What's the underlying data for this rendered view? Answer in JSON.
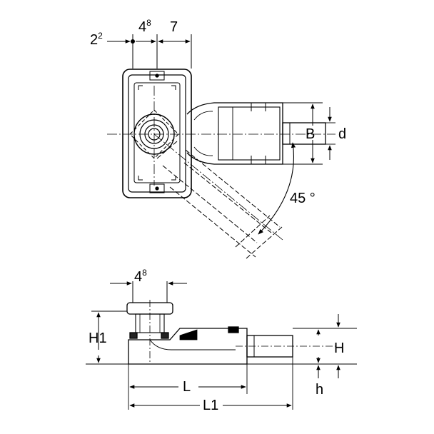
{
  "top_view": {
    "dim_left": {
      "base": "2",
      "sup": "2"
    },
    "dim_middle": {
      "base": "4",
      "sup": "8"
    },
    "dim_right": "7",
    "label_b": "B",
    "label_d": "d",
    "angle": "45 °"
  },
  "side_view": {
    "dim_top": {
      "base": "4",
      "sup": "8"
    },
    "label_h1": "H1",
    "label_h": "H",
    "label_h_small": "h",
    "label_l": "L",
    "label_l1": "L1"
  }
}
